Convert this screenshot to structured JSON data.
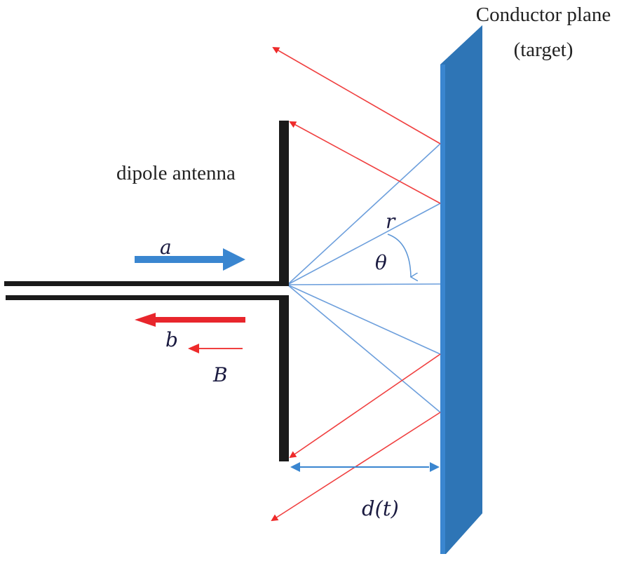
{
  "figure": {
    "title_line1": "Conductor plane",
    "title_line2": "(target)",
    "antenna_label": "dipole antenna",
    "symbols": {
      "incident": "a",
      "reflected": "b",
      "received": "B",
      "range": "r",
      "angle": "θ",
      "distance": "d(t)"
    },
    "colors": {
      "plane": "#2e75b6",
      "plane_edge": "#4a8fd0",
      "antenna": "#1a1a1a",
      "incident_wave": "#3a86d0",
      "reflected_wave": "#e8262c",
      "ray_blue": "#6d9fdc",
      "ray_red": "#f04040"
    }
  }
}
